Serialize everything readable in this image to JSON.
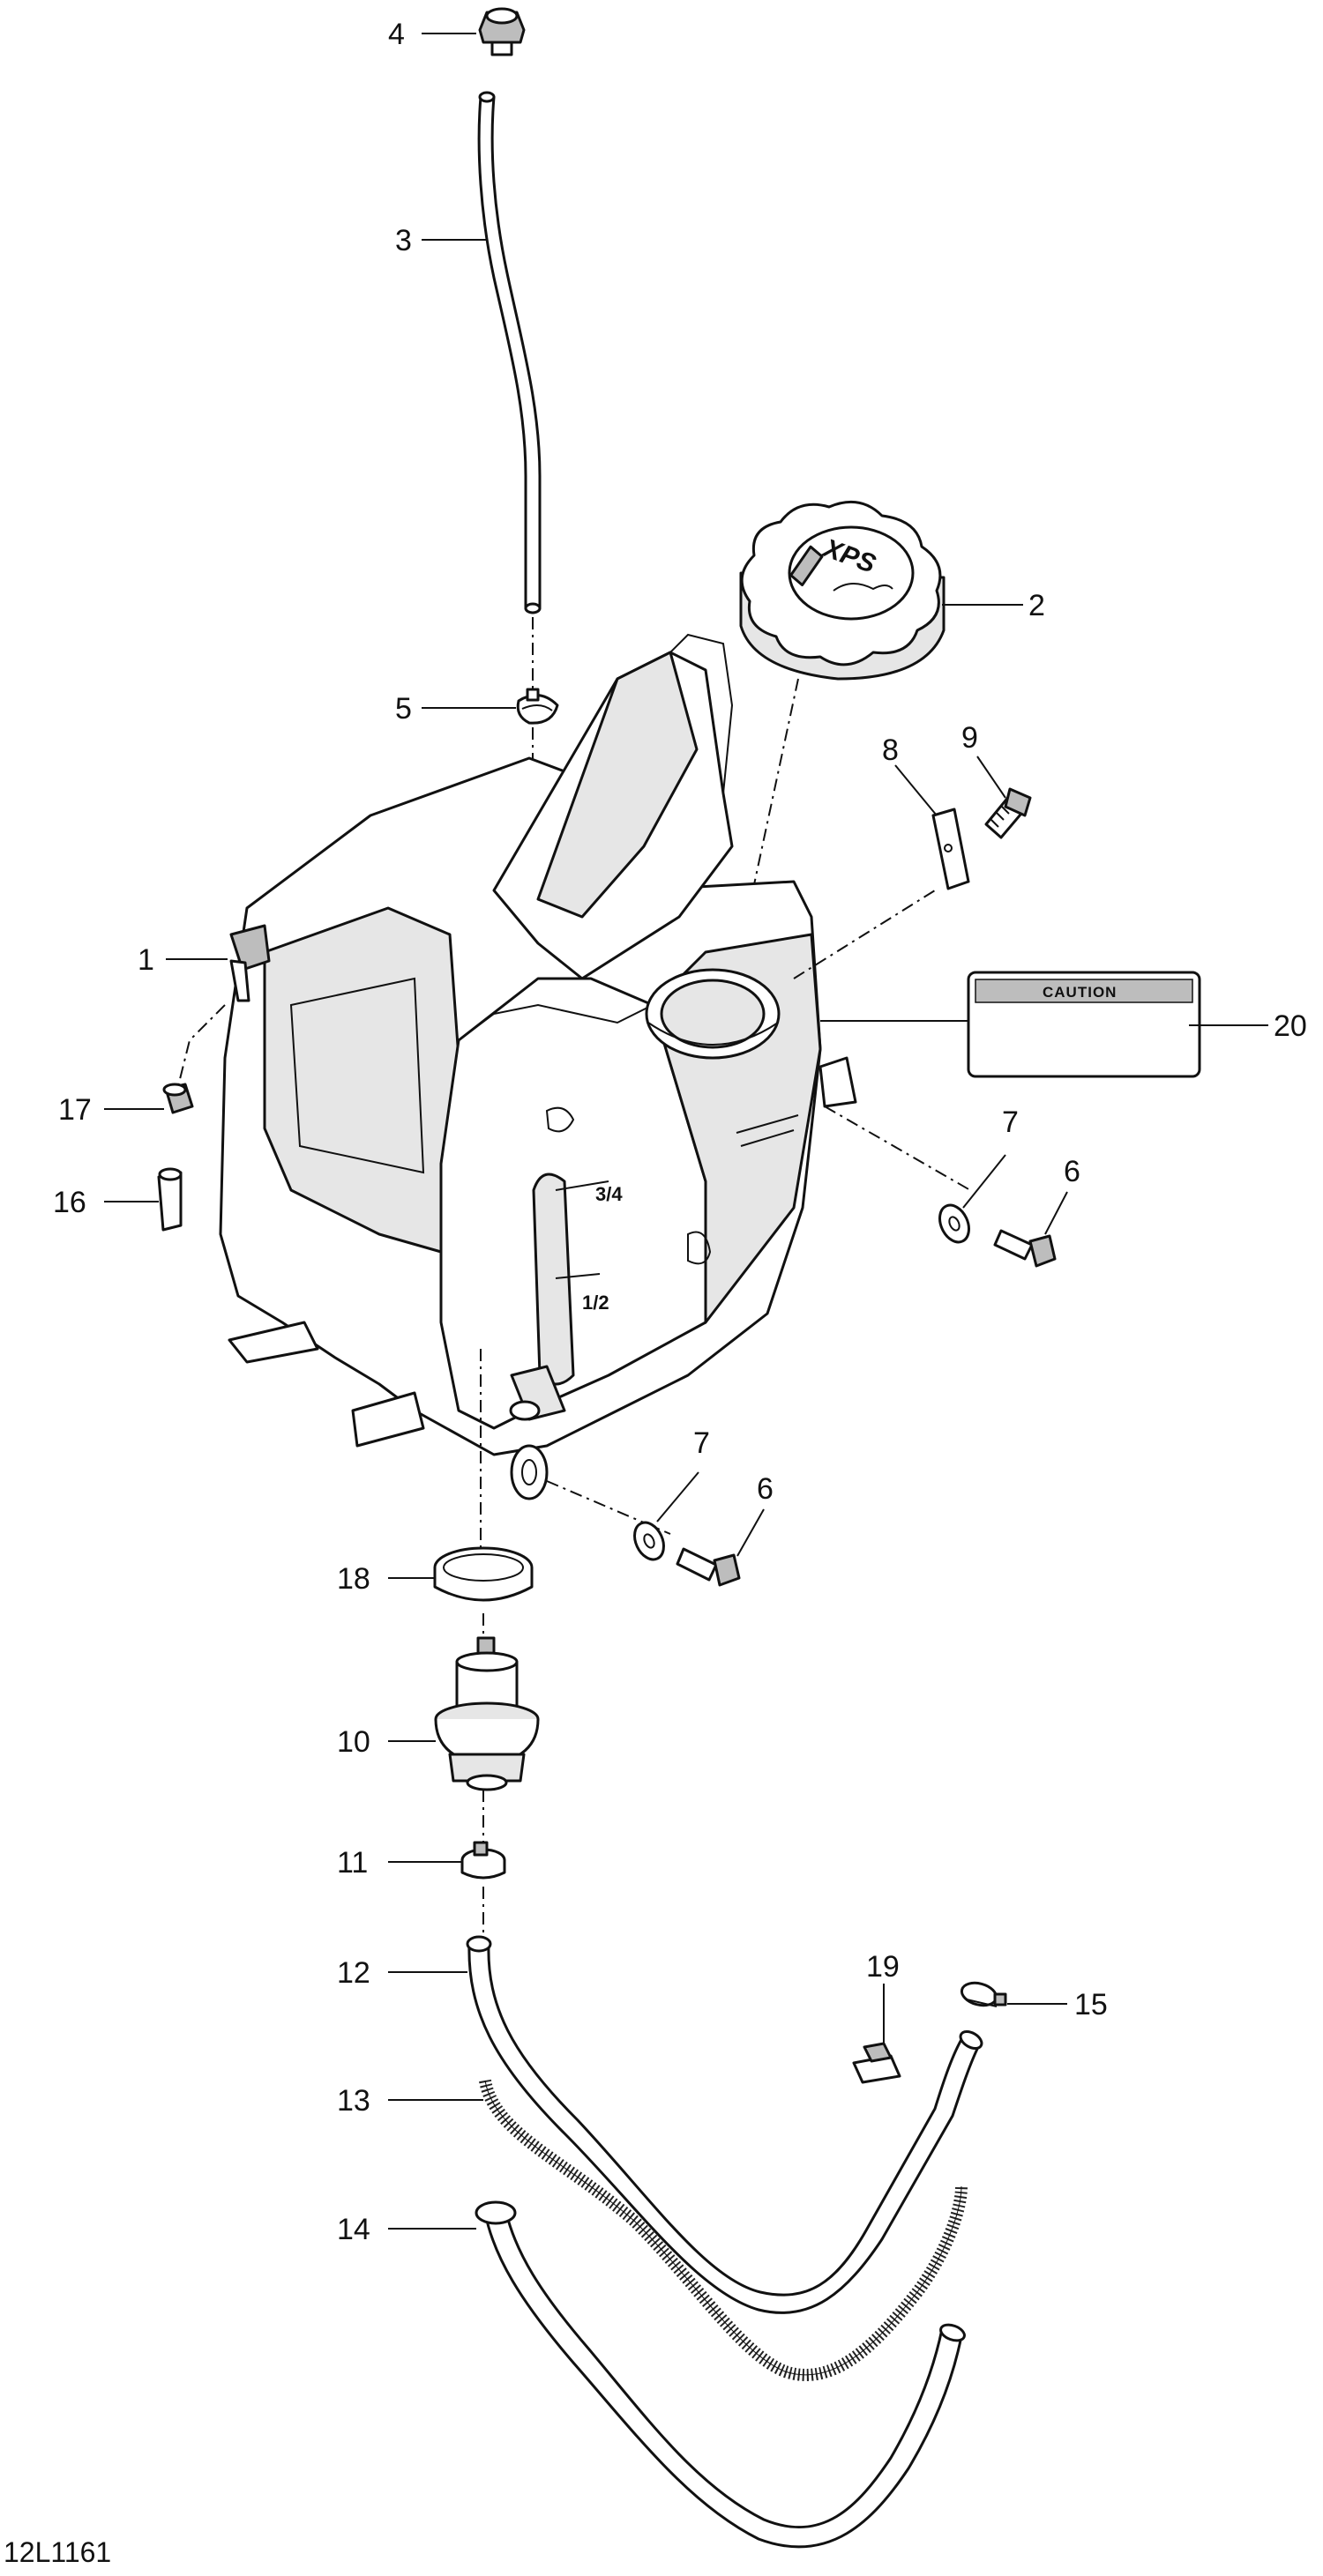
{
  "figure_id": "12L1161",
  "callouts": {
    "c1": "1",
    "c2": "2",
    "c3": "3",
    "c4": "4",
    "c5": "5",
    "c6a": "6",
    "c6b": "6",
    "c7a": "7",
    "c7b": "7",
    "c8": "8",
    "c9": "9",
    "c10": "10",
    "c11": "11",
    "c12": "12",
    "c13": "13",
    "c14": "14",
    "c15": "15",
    "c16": "16",
    "c17": "17",
    "c18": "18",
    "c19": "19",
    "c20": "20"
  },
  "labels": {
    "caution": "CAUTION",
    "cap_logo": "XPS",
    "mark_three_quarter": "3/4",
    "mark_half": "1/2"
  }
}
